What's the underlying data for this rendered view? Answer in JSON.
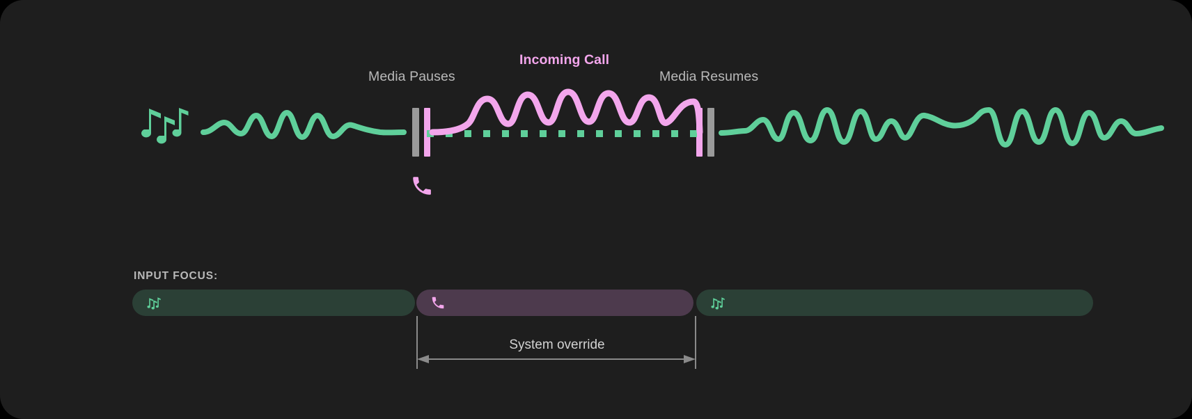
{
  "theme": {
    "background": "#1e1e1e",
    "page_background": "#000000",
    "media_color": "#5fcf9a",
    "call_color": "#f3a6ec",
    "muted_text": "#b9b9b9",
    "bar_gray": "#9a9a9a",
    "focus_media_bg": "#2b4036",
    "focus_call_bg": "#4d3a4d",
    "arrow_color": "#8a8a8a"
  },
  "timeline": {
    "labels": {
      "media_pauses": "Media Pauses",
      "incoming_call": "Incoming Call",
      "media_resumes": "Media Resumes"
    },
    "icons": {
      "music": "music-notes-icon",
      "phone": "phone-icon"
    },
    "segments": [
      {
        "name": "media-playing-before",
        "kind": "media-wave",
        "color": "#5fcf9a"
      },
      {
        "name": "call-active",
        "kind": "call-wave",
        "color": "#f3a6ec"
      },
      {
        "name": "media-playing-after",
        "kind": "media-wave",
        "color": "#5fcf9a"
      }
    ],
    "markers": [
      {
        "name": "pause-marker",
        "gray_bar": true,
        "accent_bar": true
      },
      {
        "name": "resume-marker",
        "gray_bar": true,
        "accent_bar": true
      }
    ],
    "paused_track_style": "dotted",
    "paused_track_color": "#5fcf9a"
  },
  "focus": {
    "title": "INPUT FOCUS:",
    "bars": [
      {
        "name": "focus-bar-media-before",
        "owner": "media",
        "glyph": "music-notes-icon"
      },
      {
        "name": "focus-bar-call",
        "owner": "call",
        "glyph": "phone-icon"
      },
      {
        "name": "focus-bar-media-after",
        "owner": "media",
        "glyph": "music-notes-icon"
      }
    ],
    "override_label": "System override",
    "override_arrow": "double-headed-arrow"
  }
}
